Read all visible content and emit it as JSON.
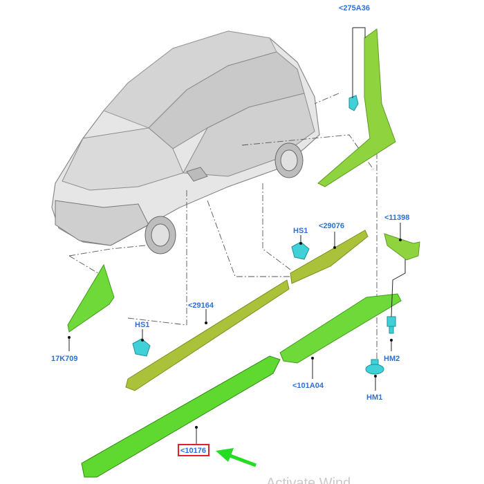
{
  "labels": {
    "upper_pillar": "<275A36",
    "hs1_upper": "HS1",
    "rear_moulding": "<29076",
    "bracket": "<11398",
    "mirror_cover": "17K709",
    "front_moulding": "<29164",
    "hs1_lower": "HS1",
    "hm2": "HM2",
    "rear_sill": "<101A04",
    "hm1": "HM1",
    "front_sill": "<10176"
  },
  "highlight": {
    "label": "front_sill",
    "box_color": "#e0202a",
    "arrow_color": "#22dd22"
  },
  "colors": {
    "part_green": "#7fd23a",
    "moulding_olive": "#a9c23a",
    "clip_cyan": "#3fd0d8",
    "label_blue": "#2d6fd2"
  },
  "watermark": "Activate Wind"
}
